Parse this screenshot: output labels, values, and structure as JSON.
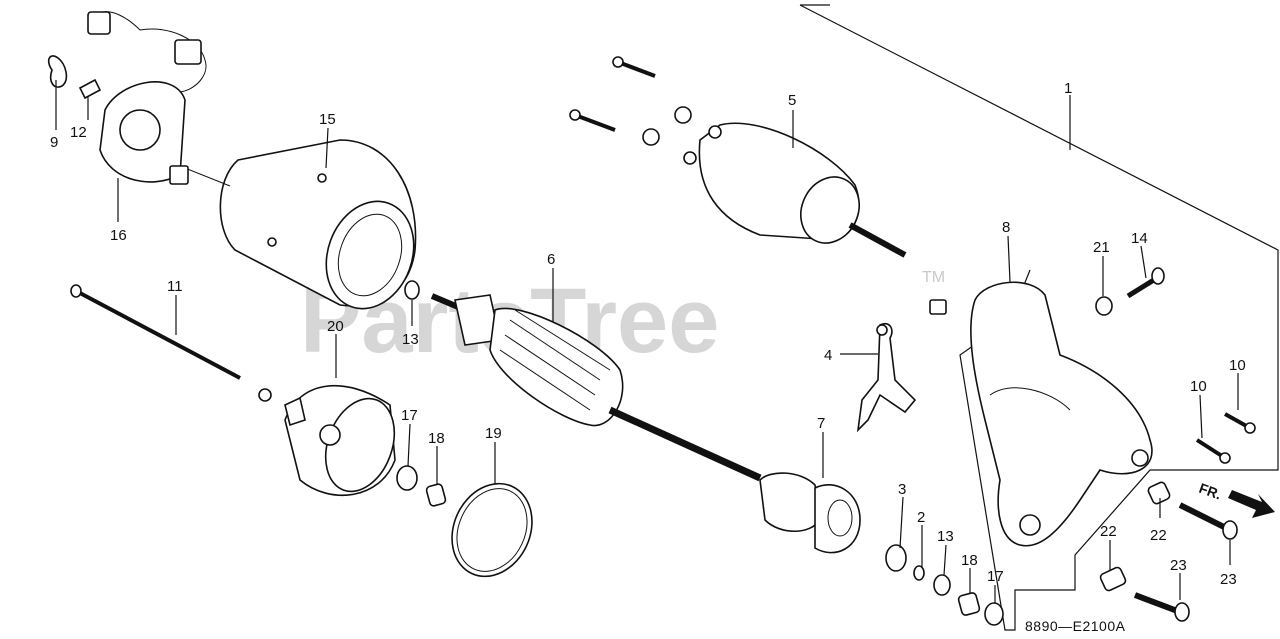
{
  "watermark": {
    "text": "PartsTree",
    "trademark": "TM"
  },
  "reference_code": "8890—E2100A",
  "front_indicator": "FR.",
  "callouts": [
    {
      "id": "c1",
      "label": "1"
    },
    {
      "id": "c2",
      "label": "2"
    },
    {
      "id": "c3",
      "label": "3"
    },
    {
      "id": "c4",
      "label": "4"
    },
    {
      "id": "c5",
      "label": "5"
    },
    {
      "id": "c6",
      "label": "6"
    },
    {
      "id": "c7",
      "label": "7"
    },
    {
      "id": "c8",
      "label": "8"
    },
    {
      "id": "c9",
      "label": "9"
    },
    {
      "id": "c10a",
      "label": "10"
    },
    {
      "id": "c10b",
      "label": "10"
    },
    {
      "id": "c11",
      "label": "11"
    },
    {
      "id": "c12",
      "label": "12"
    },
    {
      "id": "c13a",
      "label": "13"
    },
    {
      "id": "c13b",
      "label": "13"
    },
    {
      "id": "c14",
      "label": "14"
    },
    {
      "id": "c15",
      "label": "15"
    },
    {
      "id": "c16",
      "label": "16"
    },
    {
      "id": "c17a",
      "label": "17"
    },
    {
      "id": "c17b",
      "label": "17"
    },
    {
      "id": "c18a",
      "label": "18"
    },
    {
      "id": "c18b",
      "label": "18"
    },
    {
      "id": "c19",
      "label": "19"
    },
    {
      "id": "c20",
      "label": "20"
    },
    {
      "id": "c21",
      "label": "21"
    },
    {
      "id": "c22a",
      "label": "22"
    },
    {
      "id": "c22b",
      "label": "22"
    },
    {
      "id": "c23a",
      "label": "23"
    },
    {
      "id": "c23b",
      "label": "23"
    }
  ]
}
